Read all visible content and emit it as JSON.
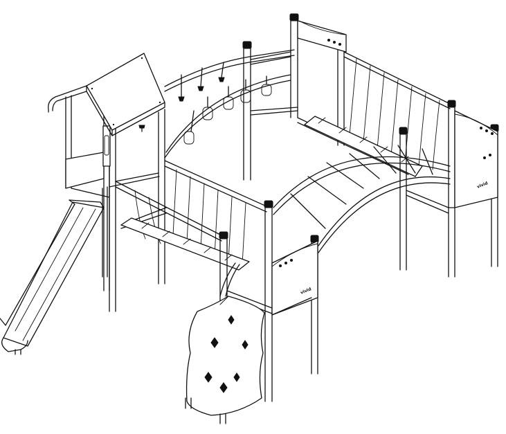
{
  "brand": {
    "panel_logo_text": "vivid"
  },
  "colors": {
    "ink": "#111111",
    "background": "#ffffff"
  },
  "components": [
    {
      "name": "slide"
    },
    {
      "name": "roof-panel"
    },
    {
      "name": "rope-bridge"
    },
    {
      "name": "overhead-rings"
    },
    {
      "name": "net-bridge"
    },
    {
      "name": "arched-ladder"
    },
    {
      "name": "climbing-wall"
    }
  ]
}
